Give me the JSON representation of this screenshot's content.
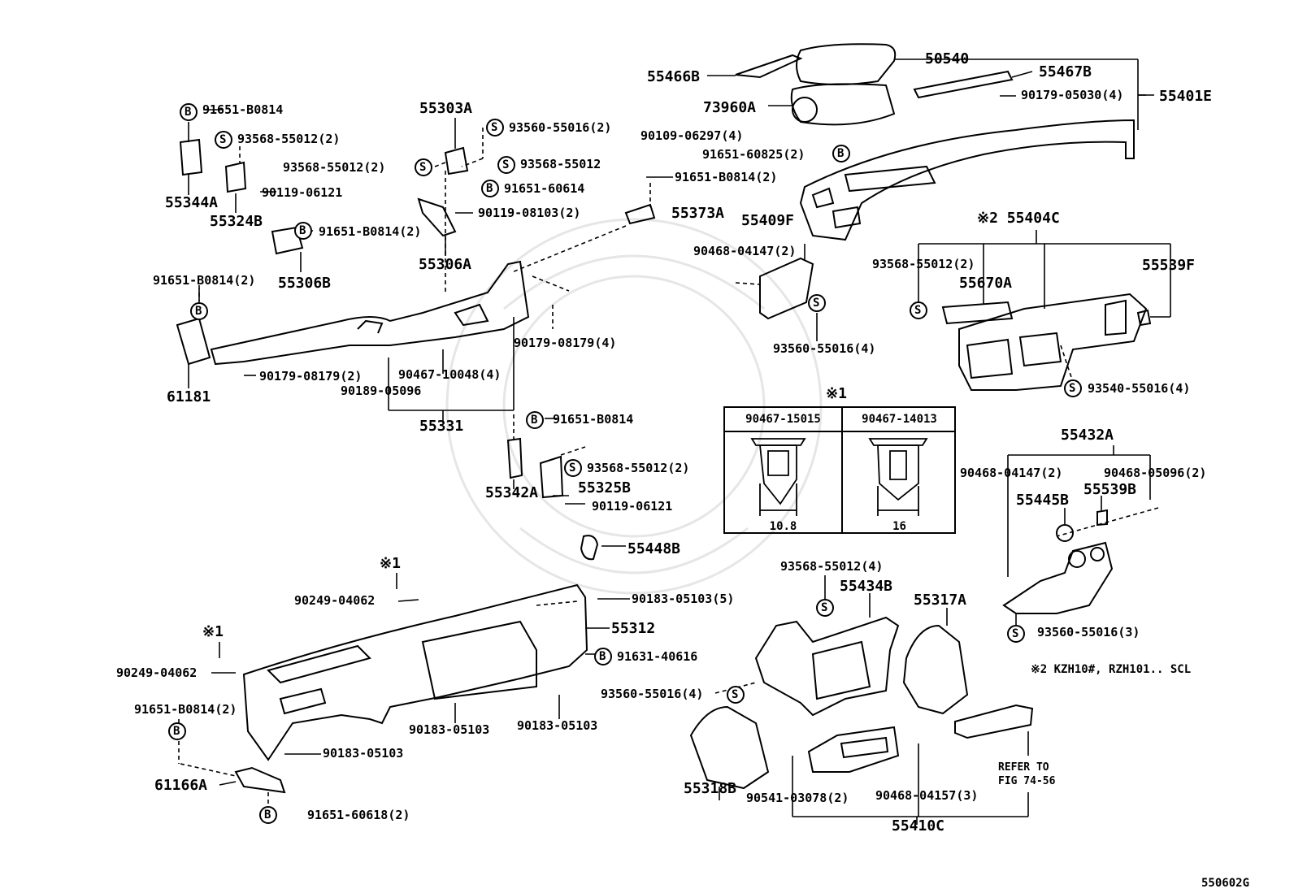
{
  "figure_code": "550602G",
  "note_symbols": {
    "bolt": "B",
    "screw": "S"
  },
  "table": {
    "mark": "※1",
    "col1_part": "90467-15015",
    "col1_dim": "10.8",
    "col2_part": "90467-14013",
    "col2_dim": "16"
  },
  "footnote": "※2 KZH10#, RZH101.. SCL",
  "refer_note_line1": "REFER TO",
  "refer_note_line2": "FIG 74-56",
  "labels": {
    "p50540": "50540",
    "p55466B": "55466B",
    "p55467B": "55467B",
    "p73960A": "73960A",
    "p90179_05030": "90179-05030(4)",
    "p55401E": "55401E",
    "p90109_06297": "90109-06297(4)",
    "p91651_60825": "91651-60825(2)",
    "p91651_B0814_a": "91651-B0814",
    "p93568_55012_a": "93568-55012(2)",
    "p55344A": "55344A",
    "p90119_06121_a": "90119-06121",
    "p55324B": "55324B",
    "p91651_B0814_b": "91651-B0814(2)",
    "p55306B": "55306B",
    "p55303A": "55303A",
    "p93560_55016_a": "93560-55016(2)",
    "p93568_55012_b": "93568-55012(2)",
    "p93568_55012_c": "93568-55012",
    "p91651_60614": "91651-60614",
    "p90119_08103": "90119-08103(2)",
    "p55306A": "55306A",
    "p91651_B0814_c": "91651-B0814(2)",
    "p55373A": "55373A",
    "p55409F": "55409F",
    "p90468_04147_a": "90468-04147(2)",
    "p93560_55016_b": "93560-55016(4)",
    "p55404C": "※2 55404C",
    "p93568_55012_d": "93568-55012(2)",
    "p55670A": "55670A",
    "p55539F": "55539F",
    "p93540_55016": "93540-55016(4)",
    "p91651_B0814_d": "91651-B0814(2)",
    "p61181": "61181",
    "p90179_08179_a": "90179-08179(2)",
    "p90179_08179_b": "90179-08179(4)",
    "p90467_10048": "90467-10048(4)",
    "p90189_05096": "90189-05096",
    "p55331": "55331",
    "p91651_B0814_e": "91651-B0814",
    "p93568_55012_e": "93568-55012(2)",
    "p55342A": "55342A",
    "p55325B": "55325B",
    "p90119_06121_b": "90119-06121",
    "p55448B": "55448B",
    "p55432A": "55432A",
    "p90468_04147_b": "90468-04147(2)",
    "p90468_05096": "90468-05096(2)",
    "p55445B": "55445B",
    "p55539B": "55539B",
    "p93560_55016_c": "93560-55016(3)",
    "mark1_a": "※1",
    "p90249_04062_a": "90249-04062",
    "p90183_05103_a": "90183-05103(5)",
    "p55312": "55312",
    "mark1_b": "※1",
    "p90249_04062_b": "90249-04062",
    "p91631_40616": "91631-40616",
    "p91651_B0814_f": "91651-B0814(2)",
    "p90183_05103_b": "90183-05103",
    "p90183_05103_c": "90183-05103",
    "p90183_05103_d": "90183-05103",
    "p61166A": "61166A",
    "p91651_60618": "91651-60618(2)",
    "p93568_55012_f": "93568-55012(4)",
    "p55434B": "55434B",
    "p55317A": "55317A",
    "p93560_55016_d": "93560-55016(4)",
    "p55318B": "55318B",
    "p90541_03078": "90541-03078(2)",
    "p90468_04157": "90468-04157(3)",
    "p55410C": "55410C"
  }
}
